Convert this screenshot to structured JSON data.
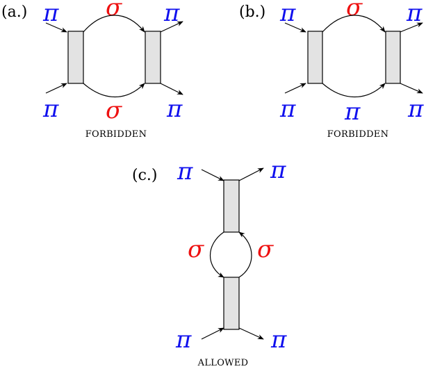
{
  "colors": {
    "pion": "#1010ee",
    "sigma": "#ee1010",
    "box_fill": "#e3e3e3"
  },
  "panels": {
    "a": {
      "label": "(a.)",
      "top_left": "π",
      "top_mid": "σ",
      "top_right": "π",
      "bottom_left": "π",
      "bottom_mid": "σ",
      "bottom_right": "π",
      "caption": "FORBIDDEN"
    },
    "b": {
      "label": "(b.)",
      "top_left": "π",
      "top_mid": "σ",
      "top_right": "π",
      "bottom_left": "π",
      "bottom_mid": "π",
      "bottom_right": "π",
      "caption": "FORBIDDEN"
    },
    "c": {
      "label": "(c.)",
      "top_left": "π",
      "top_right": "π",
      "mid_left": "σ",
      "mid_right": "σ",
      "bottom_left": "π",
      "bottom_right": "π",
      "caption": "ALLOWED"
    }
  }
}
